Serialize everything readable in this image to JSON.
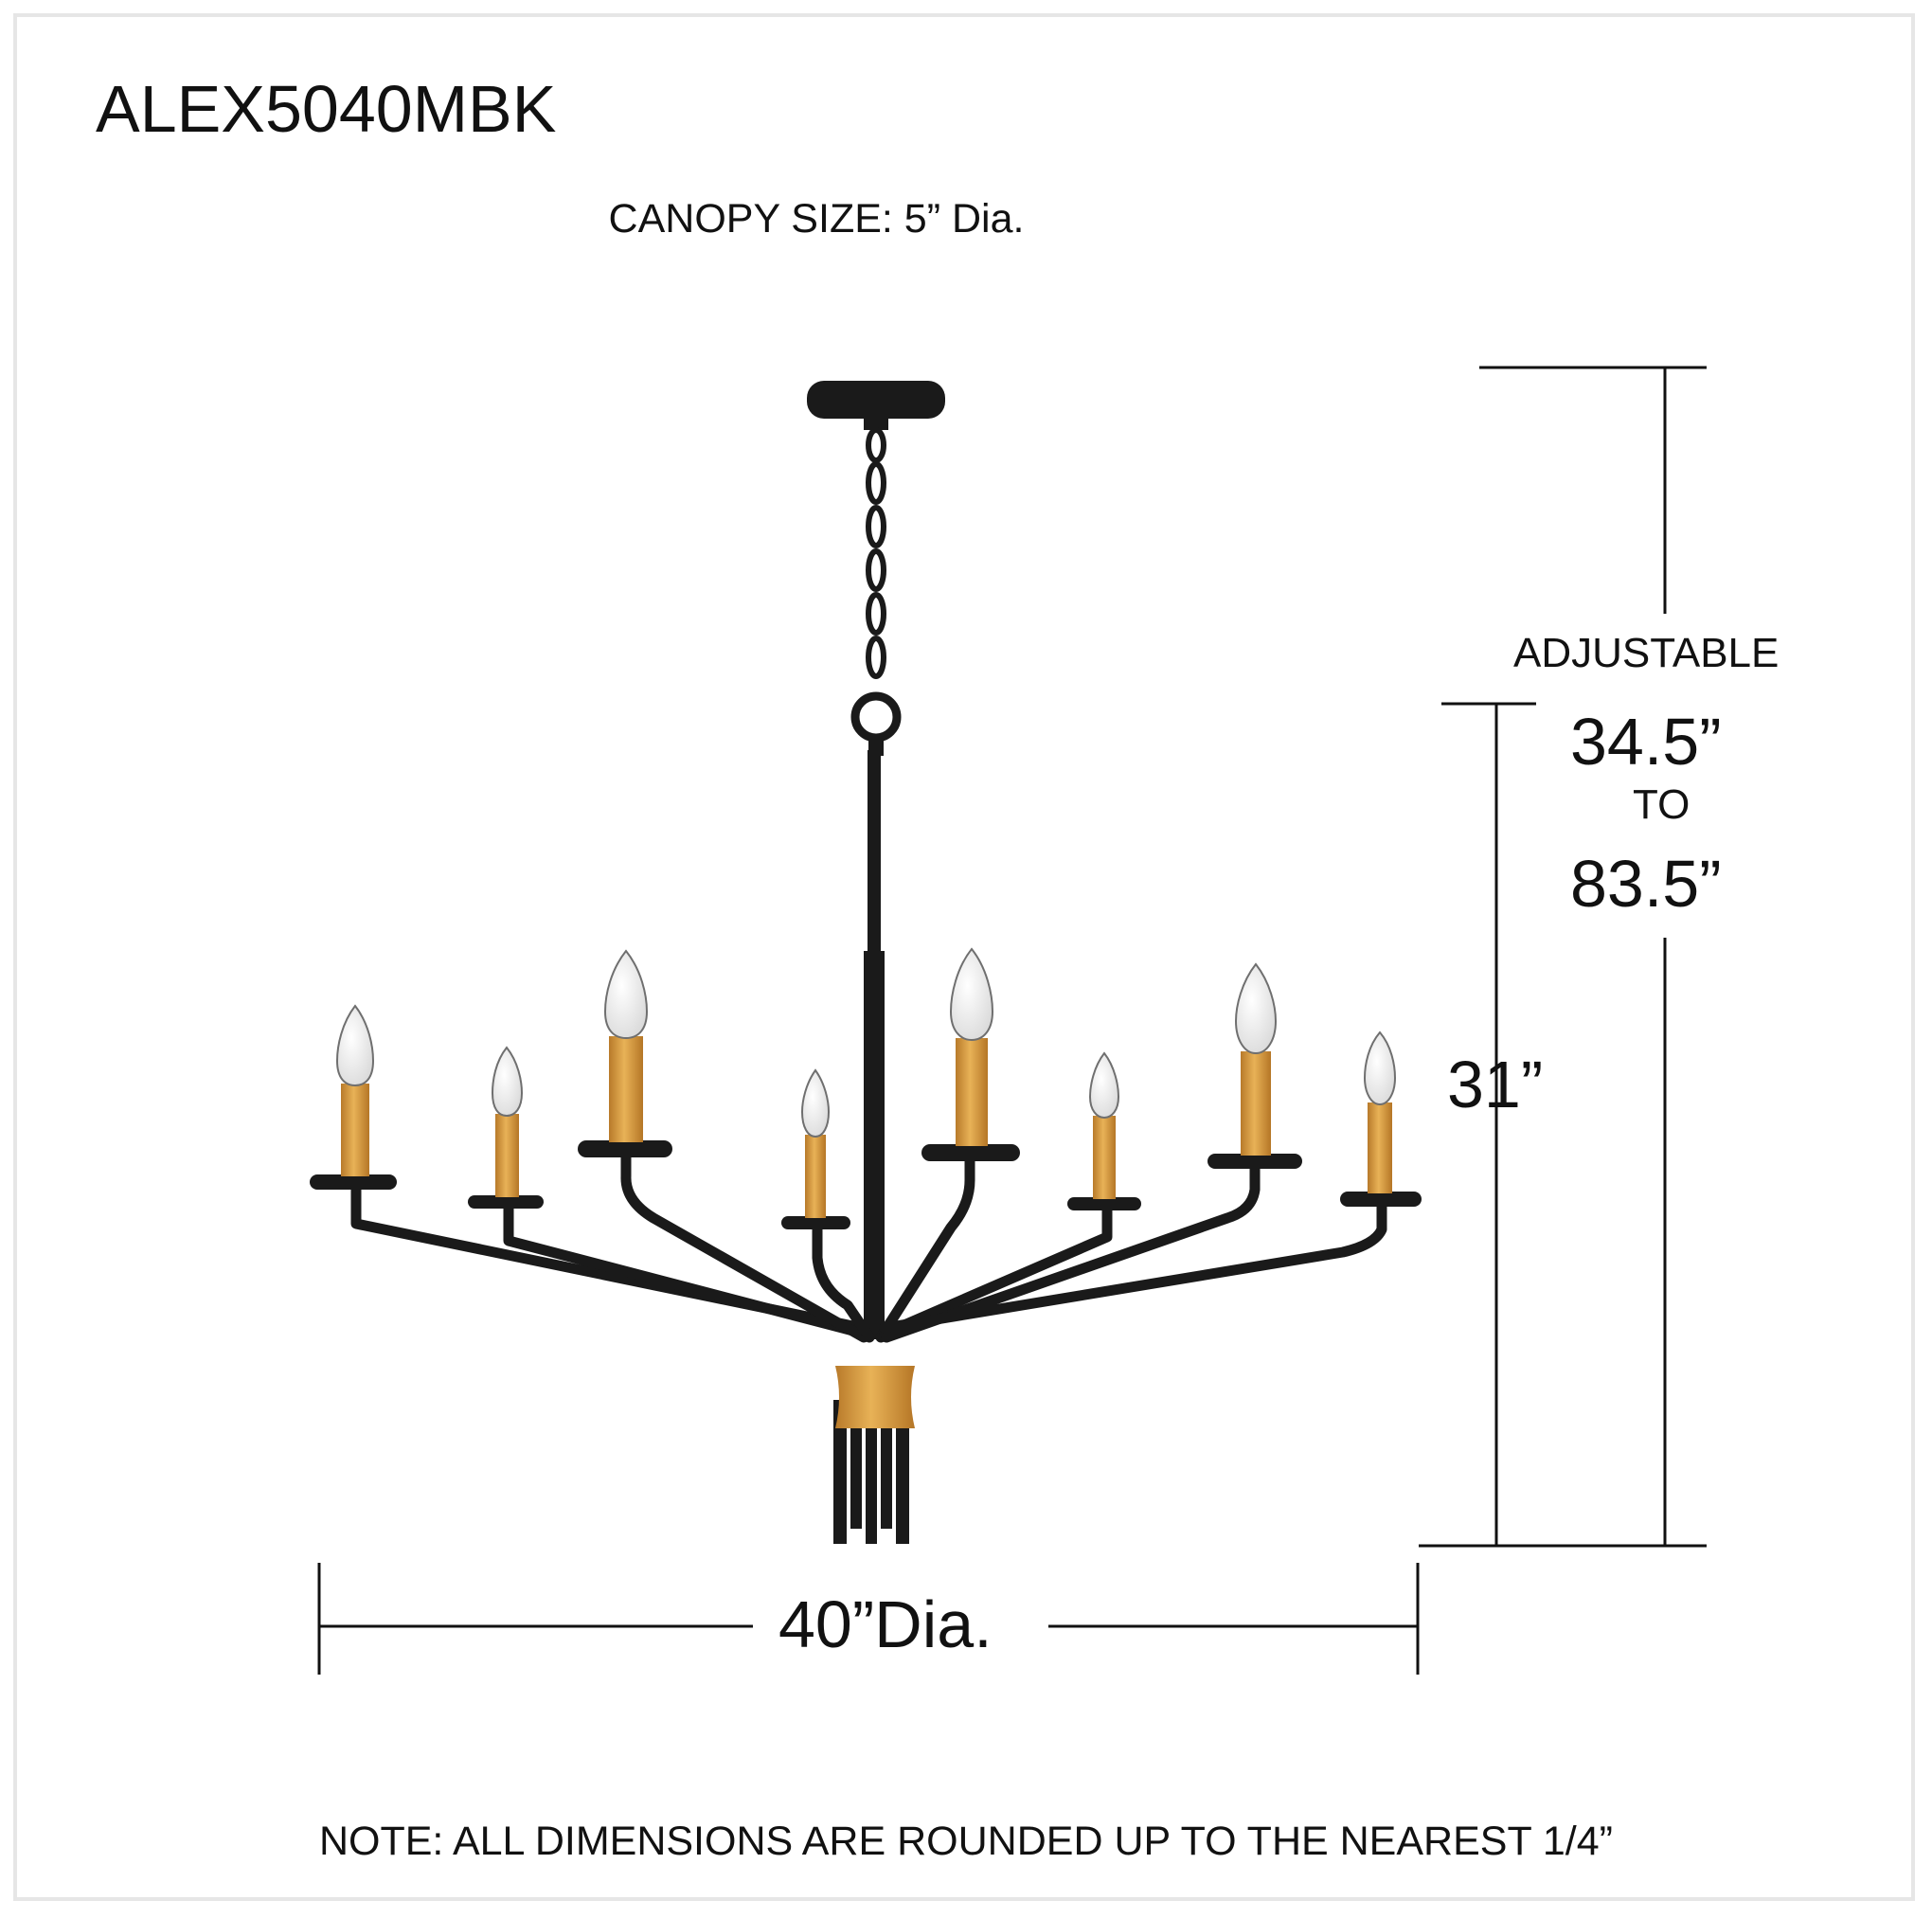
{
  "header": {
    "model": "ALEX5040MBK",
    "canopy": "CANOPY SIZE: 5” Dia."
  },
  "dimensions": {
    "adjustable_label": "ADJUSTABLE",
    "adjustable_min": "34.5”",
    "adjustable_to": "TO",
    "adjustable_max": "83.5”",
    "height": "31”",
    "width": "40”Dia."
  },
  "footer": {
    "note": "NOTE: ALL DIMENSIONS ARE ROUNDED UP TO THE NEAREST 1/4”"
  },
  "colors": {
    "metal": "#1a1a1a",
    "gold": "#d99a3c",
    "line": "#111111",
    "frame": "#e6e6e6"
  }
}
